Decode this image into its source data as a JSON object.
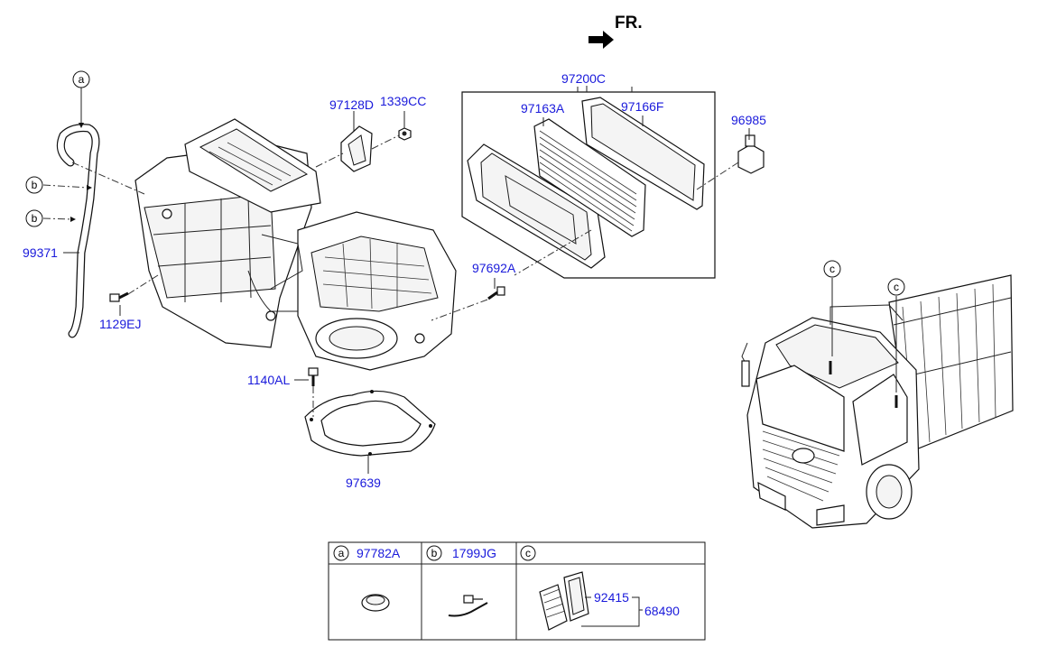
{
  "header": {
    "direction_label": "FR."
  },
  "callouts": {
    "a": "a",
    "b": "b",
    "c": "c"
  },
  "parts": {
    "p97200C": "97200C",
    "p97163A": "97163A",
    "p97166F": "97166F",
    "p96985": "96985",
    "p97128D": "97128D",
    "p1339CC": "1339CC",
    "p99371": "99371",
    "p1129EJ": "1129EJ",
    "p97692A": "97692A",
    "p1140AL": "1140AL",
    "p97639": "97639"
  },
  "legend_table": {
    "col_a": {
      "circle": "a",
      "part": "97782A"
    },
    "col_b": {
      "circle": "b",
      "part": "1799JG"
    },
    "col_c": {
      "circle": "c",
      "parts": [
        "92415",
        "68490"
      ]
    }
  }
}
